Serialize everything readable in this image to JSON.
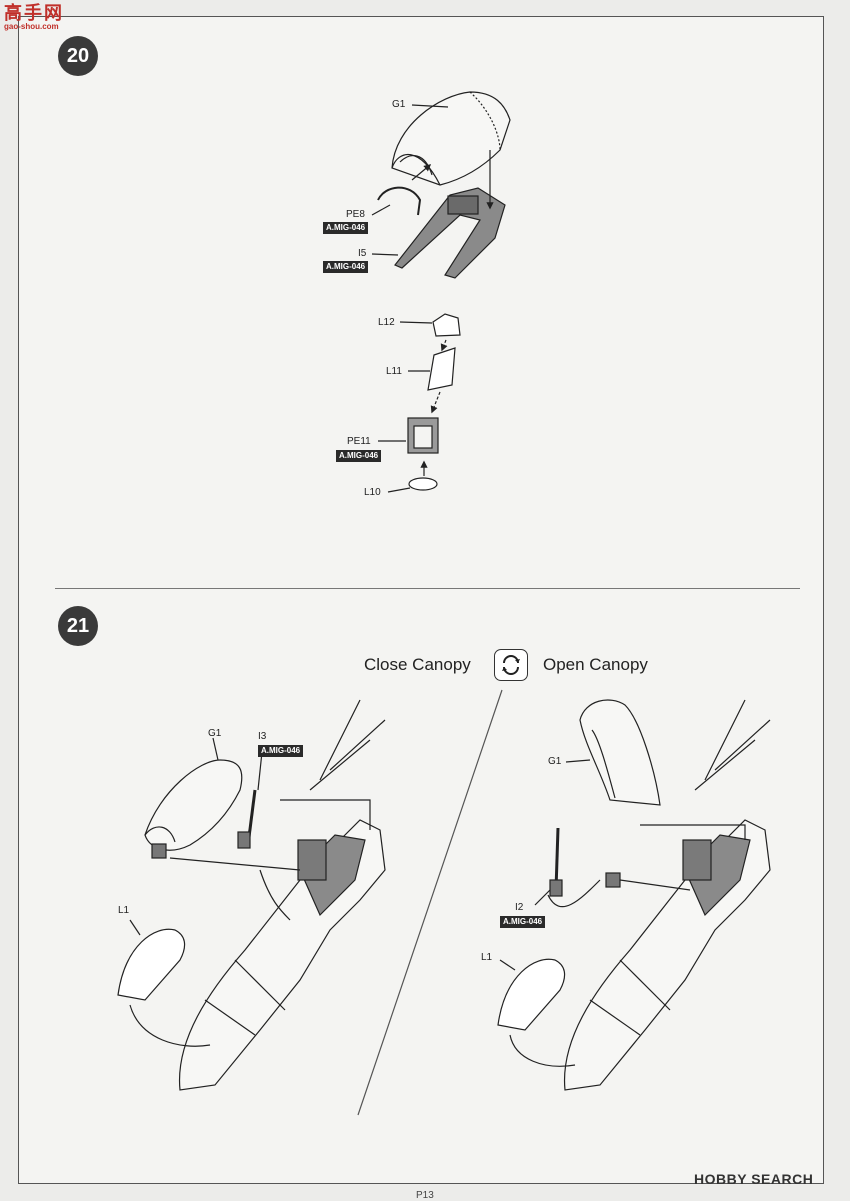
{
  "watermark_top": {
    "brand_cn": "高手网",
    "url": "gao-shou.com"
  },
  "steps": [
    {
      "number": "20",
      "parts": {
        "g1": "G1",
        "pe8": "PE8",
        "i5": "I5",
        "l12": "L12",
        "l11": "L11",
        "pe11": "PE11",
        "l10": "L10"
      },
      "tags": {
        "pe8": "A.MIG-046",
        "i5": "A.MIG-046",
        "pe11": "A.MIG-046"
      }
    },
    {
      "number": "21",
      "close_label": "Close Canopy",
      "open_label": "Open Canopy",
      "toggle_icon": "rotate-arrows-icon",
      "left": {
        "g1": "G1",
        "i3": "I3",
        "i3_tag": "A.MIG-046",
        "l1": "L1"
      },
      "right": {
        "g1": "G1",
        "i2": "I2",
        "i2_tag": "A.MIG-046",
        "l1": "L1"
      }
    }
  ],
  "watermark_bottom": "HOBBY SEARCH",
  "page_number": "P13"
}
